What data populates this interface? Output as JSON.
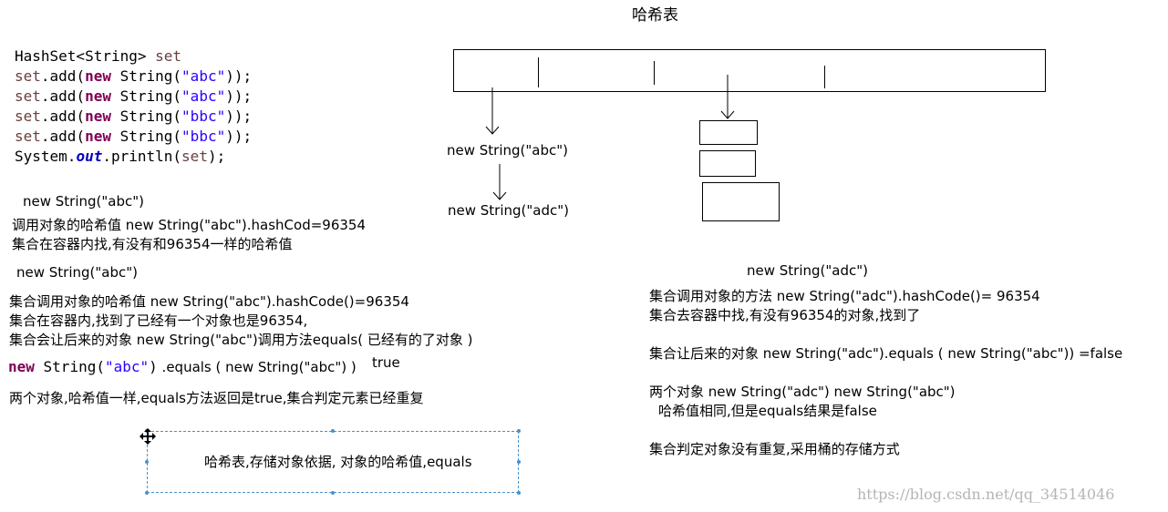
{
  "title": "哈希表",
  "code": {
    "decl_type": "HashSet<String>",
    "decl_var": "set",
    "lines": [
      {
        "obj": "set",
        "call": ".add(",
        "kw": "new",
        "ctor": " String(",
        "arg": "\"abc\"",
        "end": "));"
      },
      {
        "obj": "set",
        "call": ".add(",
        "kw": "new",
        "ctor": " String(",
        "arg": "\"abc\"",
        "end": "));"
      },
      {
        "obj": "set",
        "call": ".add(",
        "kw": "new",
        "ctor": " String(",
        "arg": "\"bbc\"",
        "end": "));"
      },
      {
        "obj": "set",
        "call": ".add(",
        "kw": "new",
        "ctor": " String(",
        "arg": "\"bbc\"",
        "end": "));"
      }
    ],
    "print": {
      "cls": "System.",
      "field": "out",
      "rest": ".println(",
      "arg": "set",
      "end": ");"
    }
  },
  "left": {
    "l1": "new String(\"abc\")",
    "l2": "调用对象的哈希值  new String(\"abc\").hashCod=96354",
    "l3": "集合在容器内找,有没有和96354一样的哈希值",
    "l4": "new String(\"abc\")",
    "l5": "集合调用对象的哈希值 new String(\"abc\").hashCode()=96354",
    "l6": "集合在容器内,找到了已经有一个对象也是96354,",
    "l7": "集合会让后来的对象 new String(\"abc\")调用方法equals(  已经有的了对象  )",
    "l8_kw": "new",
    "l8_ctor": " String(",
    "l8_arg": "\"abc\"",
    "l8_close": ")",
    "l8_rest": " .equals ( new String(\"abc\") )",
    "l8_true": "true",
    "l9": "两个对象,哈希值一样,equals方法返回是true,集合判定元素已经重复"
  },
  "note_box": "哈希表,存储对象依据, 对象的哈希值,equals",
  "diagram": {
    "chain1": "new String(\"abc\")",
    "chain2": "new String(\"adc\")"
  },
  "right": {
    "r0": "new String(\"adc\")",
    "r1": "集合调用对象的方法 new String(\"adc\").hashCode()= 96354",
    "r2": "集合去容器中找,有没有96354的对象,找到了",
    "r3": "集合让后来的对象 new String(\"adc\").equals ( new String(\"abc\")) =false",
    "r4": "两个对象 new String(\"adc\")    new String(\"abc\")",
    "r5": "哈希值相同,但是equals结果是false",
    "r6": "集合判定对象没有重复,采用桶的存储方式"
  },
  "watermark": "https://blog.csdn.net/qq_34514046"
}
